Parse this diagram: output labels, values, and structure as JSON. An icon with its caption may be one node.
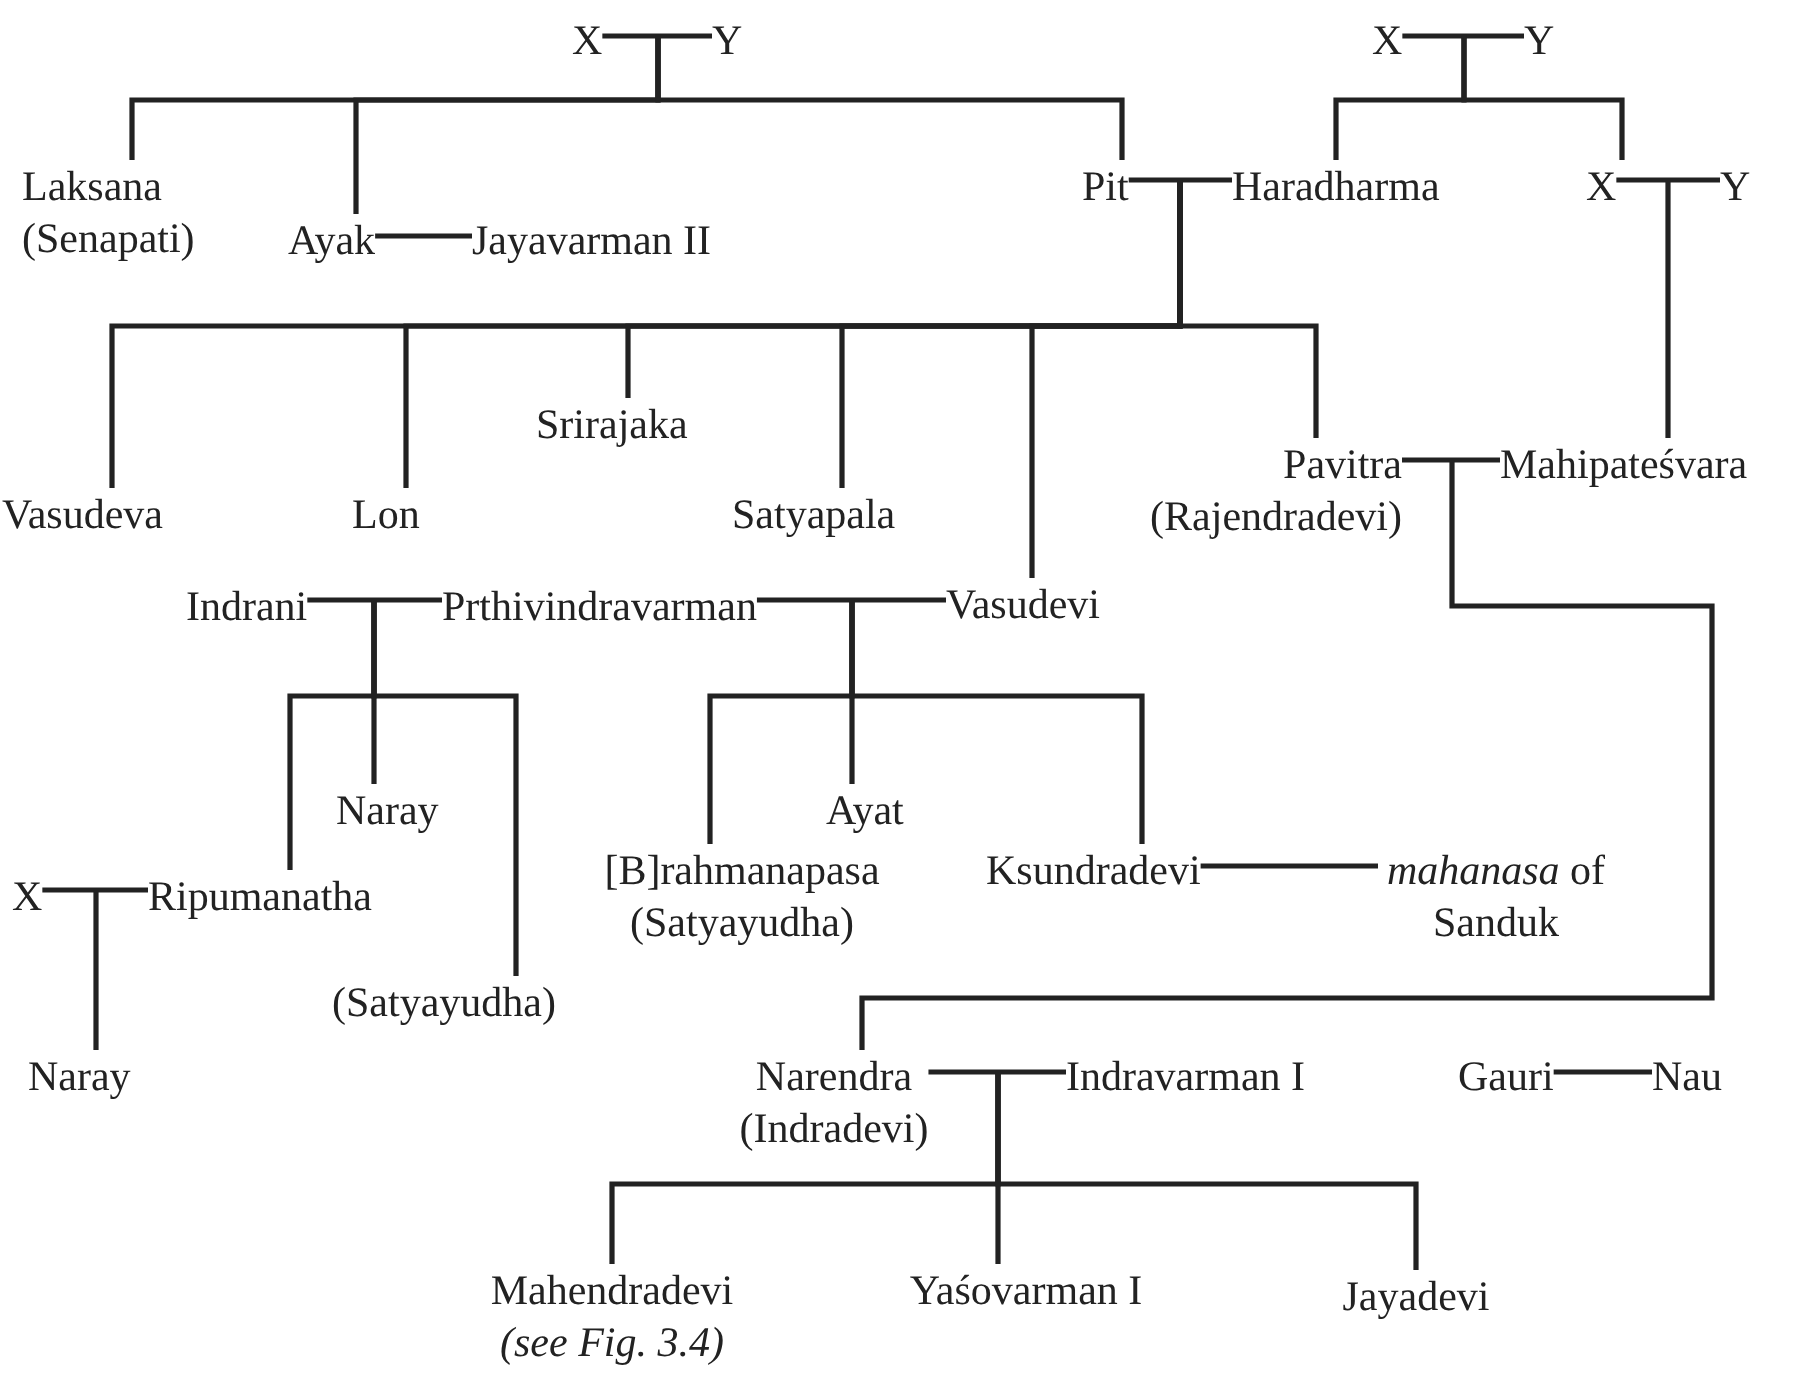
{
  "diagram": {
    "nodes": [
      {
        "text": [
          "X"
        ]
      },
      {
        "text": [
          "Y"
        ]
      },
      {
        "text": [
          "X"
        ]
      },
      {
        "text": [
          "Y"
        ]
      },
      {
        "text": [
          "Laksana",
          "(Senapati)"
        ]
      },
      {
        "text": [
          "Ayak"
        ]
      },
      {
        "text": [
          "Jayavarman II"
        ]
      },
      {
        "text": [
          "Pit"
        ]
      },
      {
        "text": [
          "Haradharma"
        ]
      },
      {
        "text": [
          "X"
        ]
      },
      {
        "text": [
          "Y"
        ]
      },
      {
        "text": [
          "Srirajaka"
        ]
      },
      {
        "text": [
          "Vasudeva"
        ]
      },
      {
        "text": [
          "Lon"
        ]
      },
      {
        "text": [
          "Satyapala"
        ]
      },
      {
        "text": [
          "Pavitra",
          "(Rajendradevi)"
        ]
      },
      {
        "text": [
          "Mahipateśvara"
        ]
      },
      {
        "text": [
          "Indrani"
        ]
      },
      {
        "text": [
          "Prthivindravarman"
        ]
      },
      {
        "text": [
          "Vasudevi"
        ]
      },
      {
        "text": [
          "Naray"
        ]
      },
      {
        "text": [
          "Ayat"
        ]
      },
      {
        "text": [
          "X"
        ]
      },
      {
        "text": [
          "Ripumanatha"
        ]
      },
      {
        "text": [
          "[B]rahmanapasa",
          "(Satyayudha)"
        ]
      },
      {
        "text": [
          "Ksundradevi"
        ]
      },
      {
        "text": [
          "*mahanasa* of Sanduk"
        ]
      },
      {
        "text": [
          "(Satyayudha)"
        ]
      },
      {
        "text": [
          "Naray"
        ]
      },
      {
        "text": [
          "Narendra",
          "(Indradevi)"
        ]
      },
      {
        "text": [
          "Indravarman I"
        ]
      },
      {
        "text": [
          "Gauri"
        ]
      },
      {
        "text": [
          "Nau"
        ]
      },
      {
        "text": [
          "Mahendradevi"
        ],
        "beside": [
          "(see Fig. 3.4)"
        ]
      },
      {
        "text": [
          "Yaśovarman I"
        ]
      },
      {
        "text": [
          "Jayadevi"
        ]
      }
    ],
    "edges": [
      {
        "from": 0,
        "to": 1,
        "arrow": "none"
      },
      {
        "from": null,
        "to": 4,
        "arrow": "none"
      },
      {
        "from": null,
        "to": 5,
        "arrow": "none"
      },
      {
        "from": null,
        "to": 7,
        "arrow": "none"
      },
      {
        "from": 5,
        "to": 6,
        "arrow": "none"
      },
      {
        "from": 2,
        "to": 3,
        "arrow": "none"
      },
      {
        "from": null,
        "to": 8,
        "arrow": "none"
      },
      {
        "from": null,
        "to": 9,
        "arrow": "none"
      },
      {
        "from": 7,
        "to": 8,
        "arrow": "none"
      },
      {
        "from": 9,
        "to": 10,
        "arrow": "none"
      },
      {
        "from": null,
        "to": 16,
        "arrow": "none"
      },
      {
        "from": null,
        "to": 12,
        "arrow": "none"
      },
      {
        "from": null,
        "to": 13,
        "arrow": "none"
      },
      {
        "from": null,
        "to": 11,
        "arrow": "none"
      },
      {
        "from": null,
        "to": 14,
        "arrow": "none"
      },
      {
        "from": null,
        "to": 19,
        "arrow": "none"
      },
      {
        "from": null,
        "to": 15,
        "arrow": "none"
      },
      {
        "from": 15,
        "to": 16,
        "arrow": "none"
      },
      {
        "from": 17,
        "to": 18,
        "arrow": "none"
      },
      {
        "from": 18,
        "to": 19,
        "arrow": "none"
      },
      {
        "from": null,
        "to": 23,
        "arrow": "none"
      },
      {
        "from": null,
        "to": 20,
        "arrow": "none"
      },
      {
        "from": null,
        "to": 27,
        "arrow": "none"
      },
      {
        "from": null,
        "to": 24,
        "arrow": "none"
      },
      {
        "from": null,
        "to": 21,
        "arrow": "none"
      },
      {
        "from": null,
        "to": 25,
        "arrow": "none"
      },
      {
        "from": 25,
        "to": 26,
        "arrow": "none"
      },
      {
        "from": 22,
        "to": 23,
        "arrow": "none"
      },
      {
        "from": null,
        "to": 28,
        "arrow": "none"
      },
      {
        "from": null,
        "to": 29,
        "arrow": "none"
      },
      {
        "from": 29,
        "to": 30,
        "arrow": "none"
      },
      {
        "from": 31,
        "to": 32,
        "arrow": "none"
      },
      {
        "from": null,
        "to": 33,
        "arrow": "none"
      },
      {
        "from": null,
        "to": 34,
        "arrow": "none"
      },
      {
        "from": null,
        "to": 35,
        "arrow": "none"
      }
    ]
  }
}
